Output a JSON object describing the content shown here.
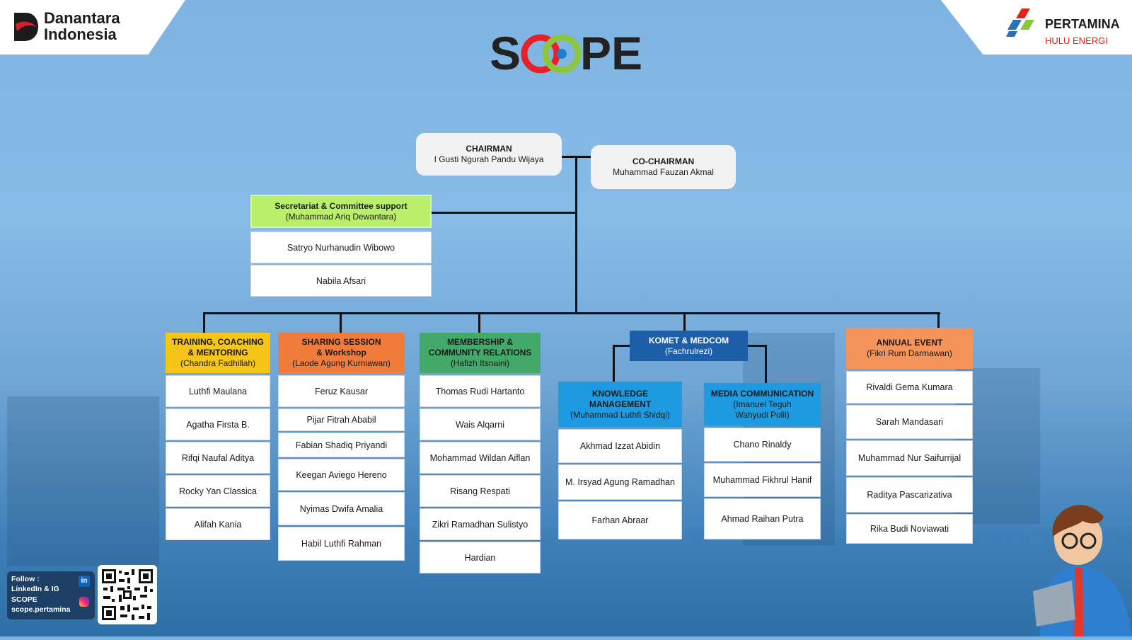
{
  "branding": {
    "left_logo_line1": "Danantara",
    "left_logo_line2": "Indonesia",
    "right_logo_line1": "PERTAMINA",
    "right_logo_line2": "HULU ENERGI",
    "center_logo": "SCOPE"
  },
  "org": {
    "chairman": {
      "title": "CHAIRMAN",
      "name": "I Gusti Ngurah Pandu Wijaya"
    },
    "co_chairman": {
      "title": "CO-CHAIRMAN",
      "name": "Muhammad Fauzan Akmal"
    },
    "secretariat": {
      "title": "Secretariat & Committee support",
      "lead": "(Muhammad Ariq Dewantara)",
      "members": [
        "Satryo Nurhanudin Wibowo",
        "Nabila Afsari"
      ]
    },
    "divisions": [
      {
        "title_line1": "TRAINING, COACHING",
        "title_line2": "& MENTORING",
        "lead": "(Chandra Fadhillah)",
        "members": [
          "Luthfi Maulana",
          "Agatha Firsta B.",
          "Rifqi Naufal Aditya",
          "Rocky Yan Classica",
          "Alifah Kania"
        ]
      },
      {
        "title_line1": "SHARING SESSION",
        "title_line2": "& Workshop",
        "lead": "(Laode Agung Kurniawan)",
        "members": [
          "Feruz Kausar",
          "Pijar Fitrah Ababil",
          "Fabian Shadiq Priyandi",
          "Keegan Aviego Hereno",
          "Nyimas Dwifa Amalia",
          "Habil Luthfi Rahman"
        ]
      },
      {
        "title_line1": "MEMBERSHIP &",
        "title_line2": "COMMUNITY RELATIONS",
        "lead": "(Hafizh Itsnaini)",
        "members": [
          "Thomas Rudi Hartanto",
          "Wais Alqarni",
          "Mohammad Wildan Aiflan",
          "Risang Respati",
          "Zikri Ramadhan Sulistyo",
          "Hardian"
        ]
      },
      {
        "title": "KOMET & MEDCOM",
        "lead": "(Fachrulrezi)",
        "subteams": [
          {
            "title_line1": "KNOWLEDGE",
            "title_line2": "MANAGEMENT",
            "lead": "(Muhammad Luthfi Shidqi)",
            "members": [
              "Akhmad Izzat Abidin",
              "M. Irsyad Agung Ramadhan",
              "Farhan Abraar"
            ]
          },
          {
            "title_line1": "MEDIA COMMUNICATION",
            "lead_line1": "(Imanuel Teguh",
            "lead_line2": "Wahyudi Polii)",
            "members": [
              "Chano Rinaldy",
              "Muhammad Fikhrul Hanif",
              "Ahmad Raihan Putra"
            ]
          }
        ]
      },
      {
        "title": "ANNUAL EVENT",
        "lead": "(Fikri Rum Darmawan)",
        "members": [
          "Rivaldi Gema Kumara",
          "Sarah Mandasari",
          "Muhammad Nur Saifurrijal",
          "Raditya Pascarizativa",
          "Rika Budi Noviawati"
        ]
      }
    ]
  },
  "footer": {
    "follow_label": "Follow :",
    "platforms": "LinkedIn & IG",
    "account_name": "SCOPE",
    "handle": "scope.pertamina"
  },
  "colors": {
    "training": "#f5c518",
    "sharing": "#f07b3a",
    "membership": "#43a96a",
    "komet": "#1c5fa8",
    "km": "#1e9be0",
    "annual": "#f4935a",
    "secretariat": "#b9ef6a"
  }
}
